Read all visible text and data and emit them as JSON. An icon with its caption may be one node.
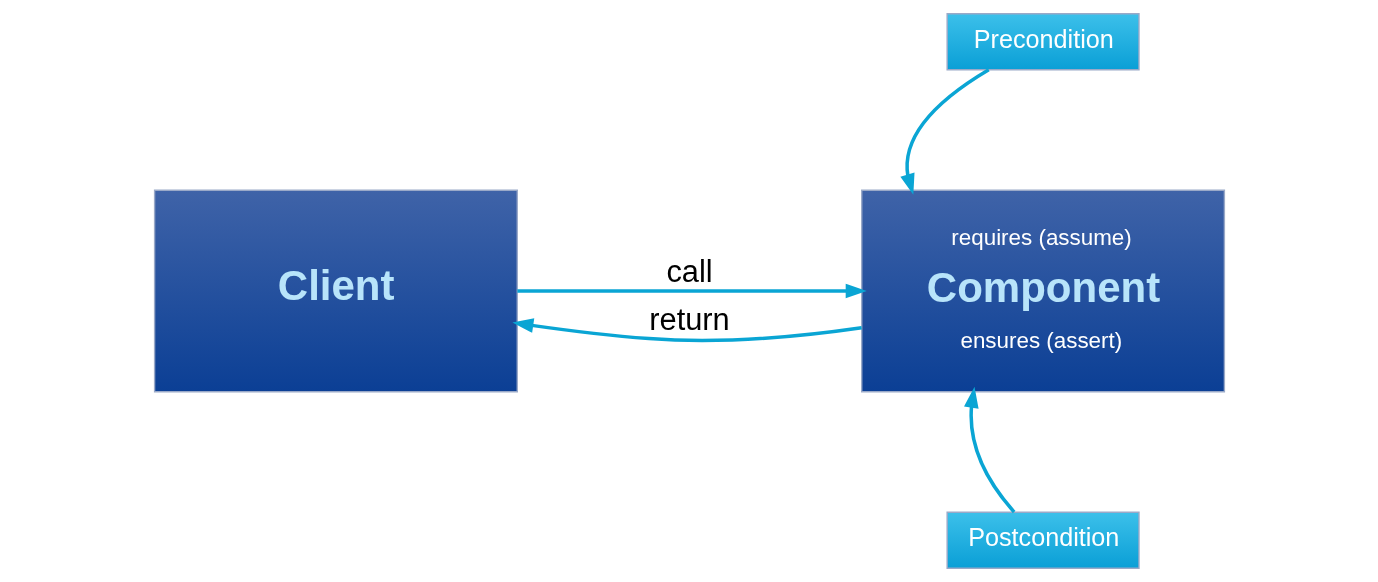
{
  "diagram": {
    "nodes": [
      {
        "text": [
          "Client"
        ]
      },
      {
        "text": [
          "requires (assume)",
          "Component",
          "ensures (assert)"
        ]
      },
      {
        "text": [
          "Precondition"
        ]
      },
      {
        "text": [
          "Postcondition"
        ]
      }
    ],
    "edges": [
      {
        "from": 0,
        "to": 1,
        "arrow": "to",
        "label": "call"
      },
      {
        "from": 1,
        "to": 0,
        "arrow": "to",
        "label": "return"
      },
      {
        "from": 2,
        "to": 1,
        "arrow": "to"
      },
      {
        "from": 3,
        "to": 1,
        "arrow": "to"
      }
    ]
  }
}
